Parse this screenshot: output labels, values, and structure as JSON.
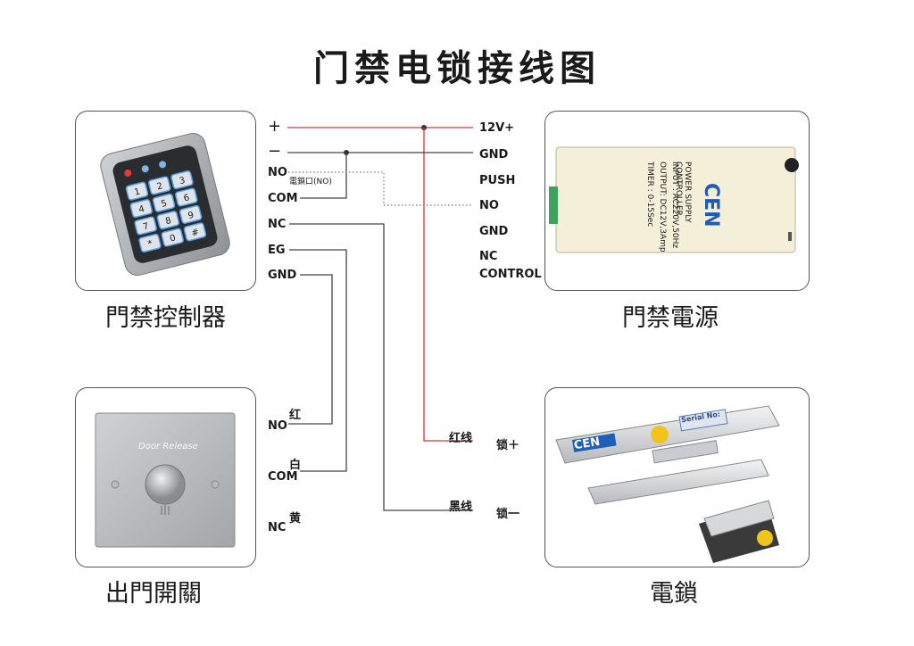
{
  "title": "门禁电锁接线图",
  "captions": {
    "controller": "門禁控制器",
    "power": "門禁電源",
    "exit_button": "出門開關",
    "lock": "電鎖"
  },
  "controller_terminals": {
    "plus": "+",
    "minus": "−",
    "no": "NO",
    "no_note": "電鎖口(NO)",
    "com": "COM",
    "nc": "NC",
    "eg": "EG",
    "gnd": "GND"
  },
  "power_terminals": {
    "v12": "12V+",
    "gnd": "GND",
    "push": "PUSH",
    "no": "NO",
    "gnd2": "GND",
    "nc": "NC",
    "control": "CONTROL"
  },
  "button_terminals": {
    "no": "NO",
    "no_color": "红",
    "com": "COM",
    "com_color": "白",
    "nc": "NC",
    "nc_color": "黄"
  },
  "lock_wires": {
    "red_wire": "红线",
    "lock_plus": "锁＋",
    "black_wire": "黑线",
    "lock_minus": "锁一"
  },
  "device_text": {
    "keypad_keys": [
      "1",
      "2",
      "3",
      "4",
      "5",
      "6",
      "7",
      "8",
      "9",
      "*",
      "0",
      "#"
    ],
    "psu_brand": "CEN",
    "psu_line1": "POWER SUPPLY CONTROLLER",
    "psu_line2": "INPUT : AC220V,50Hz",
    "psu_line3": "OUTPUT: DC12V,3Amp",
    "psu_line4": "TIMER : 0-15Sec",
    "button_text": "Door Release",
    "lock_brand": "CEN",
    "lock_serial": "Serial No:"
  },
  "colors": {
    "red_wire": "#d9343a",
    "dark_wire": "#444444",
    "dotted_wire": "#777777"
  }
}
